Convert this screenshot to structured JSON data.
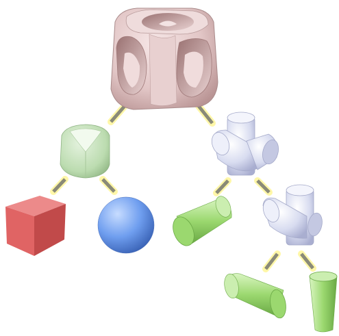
{
  "diagram": {
    "type": "csg-tree",
    "root": {
      "node": "result",
      "shape": "difference-of-rounded-cube-and-crossed-cylinders",
      "color": "#e8cfcf",
      "children": [
        {
          "node": "intersection",
          "shape": "cube-sphere-intersection",
          "color": "#bcdcb0",
          "children": [
            {
              "node": "leaf",
              "shape": "cube",
              "color": "#e06464"
            },
            {
              "node": "leaf",
              "shape": "sphere",
              "color": "#6f9eef"
            }
          ]
        },
        {
          "node": "union",
          "shape": "three-cylinder-union",
          "color": "#d8dcf0",
          "children": [
            {
              "node": "leaf",
              "shape": "cylinder",
              "color": "#9bd86f"
            },
            {
              "node": "union",
              "shape": "two-cylinder-union",
              "color": "#d8dcf0",
              "children": [
                {
                  "node": "leaf",
                  "shape": "cylinder",
                  "color": "#9bd86f"
                },
                {
                  "node": "leaf",
                  "shape": "cylinder",
                  "color": "#9bd86f"
                }
              ]
            }
          ]
        }
      ]
    },
    "connector_color": "#8a8a78",
    "connector_glow": "#fff7a8"
  }
}
